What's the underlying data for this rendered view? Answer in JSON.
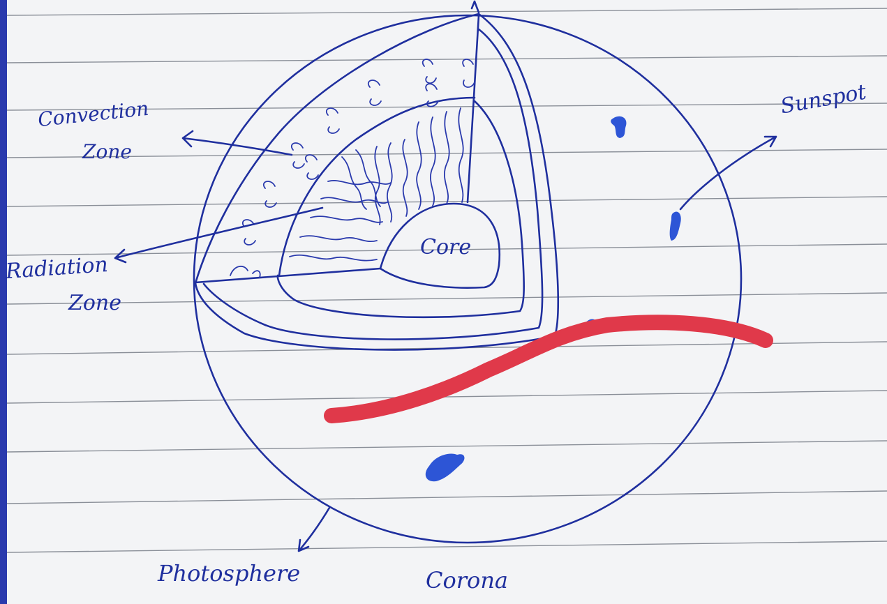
{
  "labels": {
    "convection_1": "Convection",
    "convection_2": "Zone",
    "radiation_1": "Radiation",
    "radiation_2": "Zone",
    "sunspot": "Sunspot",
    "core": "Core",
    "photosphere": "Photosphere",
    "corona": "Corona"
  },
  "colors": {
    "ink": "#1f2f9e",
    "sunspot": "#2d55d6",
    "marker": "#e0394a",
    "paper": "#f3f4f6",
    "rule": "#8a8f98"
  }
}
